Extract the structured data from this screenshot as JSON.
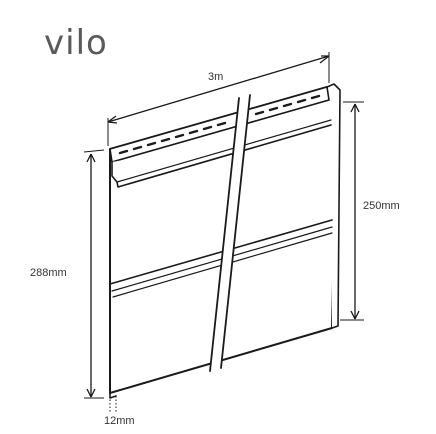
{
  "brand": {
    "logo_text": "vilo"
  },
  "dimensions": {
    "width_label": "3m",
    "total_height_label": "288mm",
    "visible_height_label": "250mm",
    "lap_label": "12mm"
  },
  "colors": {
    "line": "#1a1a1a",
    "panel_fill": "#ffffff",
    "brand": "#5a5a5a",
    "dimension_text": "#333333"
  }
}
